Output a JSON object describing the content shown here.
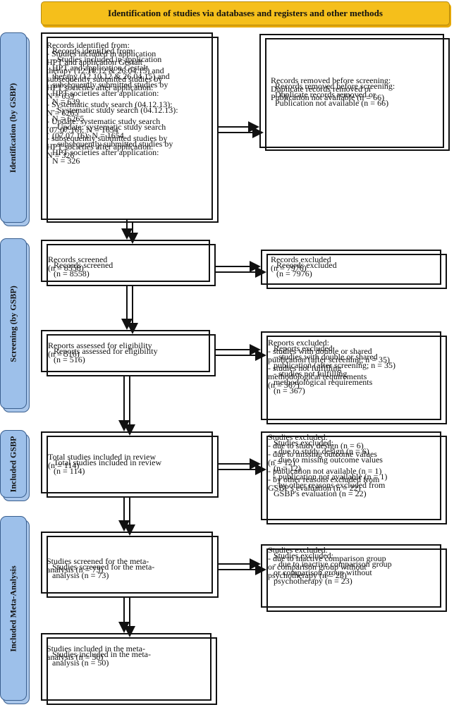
{
  "banner": {
    "title": "Identification of studies via databases and registers and other methods"
  },
  "phases": {
    "identification": "Identification (by GSBP)",
    "screening": "Screening (by GSBP)",
    "included_gsbp": "Included GSBP",
    "included_meta": "Included Meta-Analysis"
  },
  "boxes": {
    "records_identified": {
      "lines": [
        "Records identified from:",
        "- Studies included in application",
        "HPT and application Gestalt",
        "therapy (12.10.12 & 26.04.15) and",
        "subsequently submitted studies by",
        "HPT societies after application:",
        "N = 639",
        "- Systematic study search (04.12.13):",
        "N = 6265",
        "- Update: systematic study search",
        "(07.07.16): N = 1654",
        "- subsequently submitted studies by",
        "HPT societies after application:",
        "N = 326"
      ]
    },
    "records_removed": {
      "lines": [
        "Records removed before screening:",
        "Duplicate records removed or",
        "Publication not available (n = 66)"
      ]
    },
    "records_screened": {
      "lines": [
        "Records screened",
        "(n = 8558)"
      ]
    },
    "records_excluded": {
      "lines": [
        "Records excluded",
        "(n = 7976)"
      ]
    },
    "reports_assessed": {
      "lines": [
        "Reports assessed for eligibility",
        "(n = 516)"
      ]
    },
    "reports_excluded": {
      "lines": [
        "Reports excluded:",
        "- studies with double or shared",
        "publication (after screening; n = 35)",
        "- studies not fulfilling",
        "methodological requirements",
        "(n = 367)"
      ]
    },
    "total_included": {
      "lines": [
        "Total studies included in review",
        "(n = 114)"
      ]
    },
    "studies_excluded_review": {
      "lines": [
        "Studies excluded:",
        "- due to study design (n = 6)",
        "- due to missing outcome values",
        "(n = 12)",
        "- publication not available (n = 1)",
        "- by other reasons excluded from",
        "GSBP's evaluation (n = 22)"
      ]
    },
    "screened_meta": {
      "lines": [
        "Studies screened for the meta-",
        "analysis (n = 73)"
      ]
    },
    "studies_excluded_meta": {
      "lines": [
        "Studies excluded:",
        "- due to inactive comparison group",
        "or comparison group without",
        "psychotherapy (n = 23)"
      ]
    },
    "included_meta": {
      "lines": [
        "Studies included in the meta-",
        "analysis (n = 50)"
      ]
    }
  }
}
